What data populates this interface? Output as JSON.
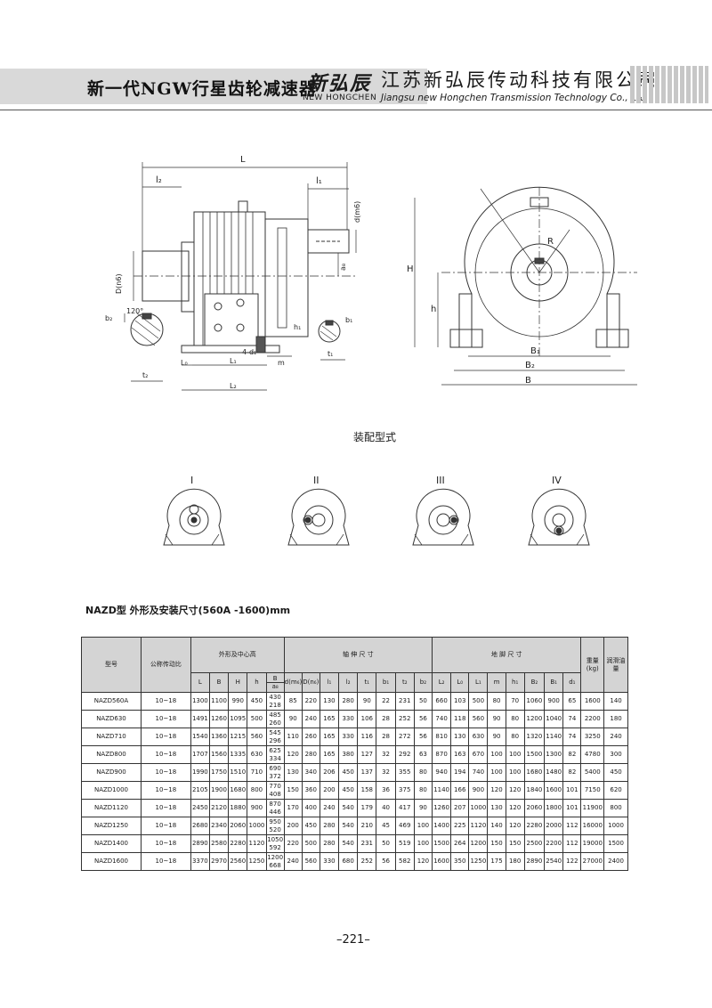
{
  "header": {
    "title": "新一代NGW行星齿轮减速器",
    "brand_cn": "新弘辰",
    "brand_en": "NEW HONGCHEN",
    "company_cn": "江苏新弘辰传动科技有限公司",
    "company_en": "Jiangsu new Hongchen Transmission Technology Co., Ltd"
  },
  "drawing_labels": {
    "L": "L",
    "l2": "l₂",
    "l1": "l₁",
    "dm6": "d(m6)",
    "a8": "a₈",
    "Dn6": "D(n6)",
    "b2": "b₂",
    "angle": "120°",
    "h1": "h₁",
    "b1": "b₁",
    "four_d1": "4-d₁",
    "t2": "t₂",
    "t1": "t₁",
    "m": "m",
    "L0": "L₀",
    "L1": "L₁",
    "L2": "L₂",
    "H": "H",
    "h": "h",
    "R": "R",
    "B1": "B₁",
    "B2": "B₂",
    "B": "B"
  },
  "assembly": {
    "caption": "装配型式",
    "types": [
      "I",
      "II",
      "III",
      "IV"
    ]
  },
  "table": {
    "title": "NAZD型 外形及安装尺寸(560A -1600)mm",
    "head": {
      "model": "型号",
      "ratio": "公称传动比",
      "outline_group": "外形及中心高",
      "shaft_group": "轴 伸 尺 寸",
      "foot_group": "地 脚 尺 寸",
      "weight": "重量(kg)",
      "oil": "润滑油量",
      "outline_cols": [
        "L",
        "B",
        "H",
        "h"
      ],
      "a_top": "B",
      "a_bottom": "a₈",
      "shaft_cols": [
        "d(m₆)",
        "D(n₆)",
        "l₁",
        "l₂",
        "t₁",
        "b₁",
        "t₂",
        "b₂"
      ],
      "foot_cols": [
        "L₂",
        "L₀",
        "L₁",
        "m",
        "h₁",
        "B₂",
        "B₁",
        "d₁"
      ]
    },
    "rows": [
      {
        "model": "NAZD560A",
        "ratio": "10~18",
        "outline": [
          "1300",
          "1100",
          "990",
          "450"
        ],
        "a_top": "430",
        "a_bottom": "218",
        "shaft": [
          "85",
          "220",
          "130",
          "280",
          "90",
          "22",
          "231",
          "50"
        ],
        "foot": [
          "660",
          "103",
          "500",
          "80",
          "70",
          "1060",
          "900",
          "65"
        ],
        "weight": "1600",
        "oil": "140"
      },
      {
        "model": "NAZD630",
        "ratio": "10~18",
        "outline": [
          "1491",
          "1260",
          "1095",
          "500"
        ],
        "a_top": "485",
        "a_bottom": "260",
        "shaft": [
          "90",
          "240",
          "165",
          "330",
          "106",
          "28",
          "252",
          "56"
        ],
        "foot": [
          "740",
          "118",
          "560",
          "90",
          "80",
          "1200",
          "1040",
          "74"
        ],
        "weight": "2200",
        "oil": "180"
      },
      {
        "model": "NAZD710",
        "ratio": "10~18",
        "outline": [
          "1540",
          "1360",
          "1215",
          "560"
        ],
        "a_top": "545",
        "a_bottom": "296",
        "shaft": [
          "110",
          "260",
          "165",
          "330",
          "116",
          "28",
          "272",
          "56"
        ],
        "foot": [
          "810",
          "130",
          "630",
          "90",
          "80",
          "1320",
          "1140",
          "74"
        ],
        "weight": "3250",
        "oil": "240"
      },
      {
        "model": "NAZD800",
        "ratio": "10~18",
        "outline": [
          "1707",
          "1560",
          "1335",
          "630"
        ],
        "a_top": "625",
        "a_bottom": "334",
        "shaft": [
          "120",
          "280",
          "165",
          "380",
          "127",
          "32",
          "292",
          "63"
        ],
        "foot": [
          "870",
          "163",
          "670",
          "100",
          "100",
          "1500",
          "1300",
          "82"
        ],
        "weight": "4780",
        "oil": "300"
      },
      {
        "model": "NAZD900",
        "ratio": "10~18",
        "outline": [
          "1990",
          "1750",
          "1510",
          "710"
        ],
        "a_top": "690",
        "a_bottom": "372",
        "shaft": [
          "130",
          "340",
          "206",
          "450",
          "137",
          "32",
          "355",
          "80"
        ],
        "foot": [
          "940",
          "194",
          "740",
          "100",
          "100",
          "1680",
          "1480",
          "82"
        ],
        "weight": "5400",
        "oil": "450"
      },
      {
        "model": "NAZD1000",
        "ratio": "10~18",
        "outline": [
          "2105",
          "1900",
          "1680",
          "800"
        ],
        "a_top": "770",
        "a_bottom": "408",
        "shaft": [
          "150",
          "360",
          "200",
          "450",
          "158",
          "36",
          "375",
          "80"
        ],
        "foot": [
          "1140",
          "166",
          "900",
          "120",
          "120",
          "1840",
          "1600",
          "101"
        ],
        "weight": "7150",
        "oil": "620"
      },
      {
        "model": "NAZD1120",
        "ratio": "10~18",
        "outline": [
          "2450",
          "2120",
          "1880",
          "900"
        ],
        "a_top": "870",
        "a_bottom": "446",
        "shaft": [
          "170",
          "400",
          "240",
          "540",
          "179",
          "40",
          "417",
          "90"
        ],
        "foot": [
          "1260",
          "207",
          "1000",
          "130",
          "120",
          "2060",
          "1800",
          "101"
        ],
        "weight": "11900",
        "oil": "800"
      },
      {
        "model": "NAZD1250",
        "ratio": "10~18",
        "outline": [
          "2680",
          "2340",
          "2060",
          "1000"
        ],
        "a_top": "950",
        "a_bottom": "520",
        "shaft": [
          "200",
          "450",
          "280",
          "540",
          "210",
          "45",
          "469",
          "100"
        ],
        "foot": [
          "1400",
          "225",
          "1120",
          "140",
          "120",
          "2280",
          "2000",
          "112"
        ],
        "weight": "16000",
        "oil": "1000"
      },
      {
        "model": "NAZD1400",
        "ratio": "10~18",
        "outline": [
          "2890",
          "2580",
          "2280",
          "1120"
        ],
        "a_top": "1050",
        "a_bottom": "592",
        "shaft": [
          "220",
          "500",
          "280",
          "540",
          "231",
          "50",
          "519",
          "100"
        ],
        "foot": [
          "1500",
          "264",
          "1200",
          "150",
          "150",
          "2500",
          "2200",
          "112"
        ],
        "weight": "19000",
        "oil": "1500"
      },
      {
        "model": "NAZD1600",
        "ratio": "10~18",
        "outline": [
          "3370",
          "2970",
          "2560",
          "1250"
        ],
        "a_top": "1200",
        "a_bottom": "668",
        "shaft": [
          "240",
          "560",
          "330",
          "680",
          "252",
          "56",
          "582",
          "120"
        ],
        "foot": [
          "1600",
          "350",
          "1250",
          "175",
          "180",
          "2890",
          "2540",
          "122"
        ],
        "weight": "27000",
        "oil": "2400"
      }
    ]
  },
  "page_number": "–221–"
}
